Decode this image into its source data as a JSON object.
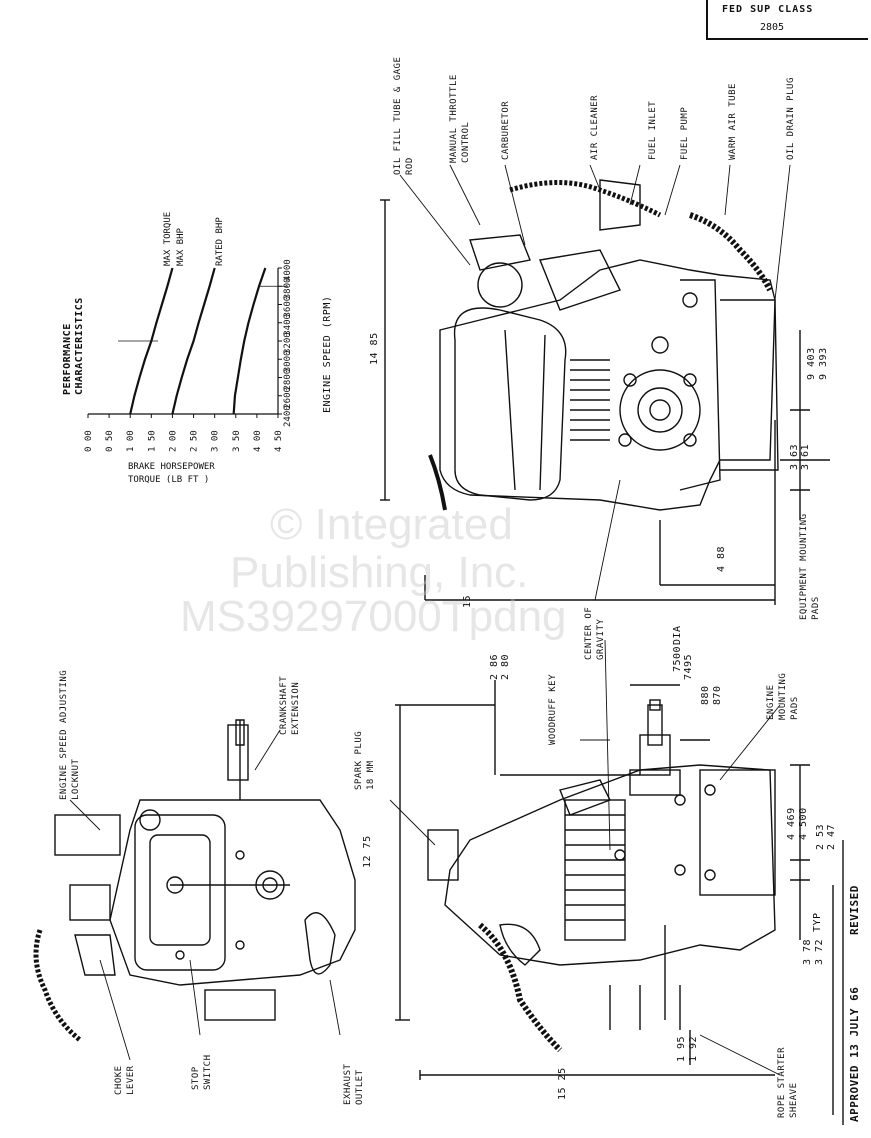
{
  "header": {
    "class_label": "FED SUP CLASS",
    "class_number": "2805"
  },
  "footer": {
    "approved": "APPROVED  13 JULY 66",
    "revised": "REVISED"
  },
  "watermark": {
    "line1": "© Integrated",
    "line2": "Publishing, Inc.",
    "line3": "MS39297000Tpdng"
  },
  "chart": {
    "title": "PERFORMANCE CHARACTERISTICS",
    "y_title_1": "BRAKE HORSEPOWER",
    "y_title_2": "TORQUE (LB  FT )",
    "x_title": "ENGINE SPEED (RPM)",
    "x_ticks": [
      "2400",
      "2600",
      "2800",
      "3000",
      "3200",
      "3400",
      "3600",
      "3800",
      "4000"
    ],
    "y_ticks": [
      "0 00",
      "0 50",
      "1 00",
      "1 50",
      "2 00",
      "2 50",
      "3 00",
      "3 50",
      "4 00",
      "4 50"
    ],
    "curve_labels": [
      "MAX  TORQUE",
      "MAX  BHP",
      "RATED BHP"
    ]
  },
  "chart_data": {
    "type": "line",
    "x": [
      2400,
      2600,
      2800,
      3000,
      3200,
      3400,
      3600,
      3800,
      4000
    ],
    "series": [
      {
        "name": "MAX  TORQUE",
        "values": [
          3.45,
          3.48,
          3.55,
          3.62,
          3.7,
          3.8,
          3.92,
          4.05,
          4.2
        ]
      },
      {
        "name": "MAX  BHP",
        "values": [
          2.0,
          2.1,
          2.22,
          2.35,
          2.5,
          2.62,
          2.75,
          2.88,
          3.0
        ]
      },
      {
        "name": "RATED BHP",
        "values": [
          1.0,
          1.1,
          1.22,
          1.35,
          1.5,
          1.62,
          1.75,
          1.88,
          2.0
        ]
      }
    ],
    "xlim": [
      2400,
      4000
    ],
    "ylim": [
      0,
      4.5
    ]
  },
  "callouts": {
    "oil_fill": "OIL FILL TUBE & GAGE ROD",
    "manual_throttle": "MANUAL THROTTLE CONTROL",
    "carburetor": "CARBURETOR",
    "air_cleaner": "AIR CLEANER",
    "fuel_inlet": "FUEL INLET",
    "fuel_pump": "FUEL PUMP",
    "warm_air_tube": "WARM AIR TUBE",
    "oil_drain_plug": "OIL DRAIN PLUG",
    "center_gravity": "CENTER OF GRAVITY",
    "equipment_mounting": "EQUIPMENT MOUNTING PADS",
    "engine_mounting": "ENGINE MOUNTING PADS",
    "woodruff_key": "WOODRUFF KEY",
    "spark_plug": "SPARK PLUG 18 MM",
    "crankshaft": "CRANKSHAFT EXTENSION",
    "speed_locknut": "ENGINE SPEED ADJUSTING LOCKNUT",
    "choke_lever": "CHOKE LEVER",
    "stop_switch": "STOP SWITCH",
    "exhaust_outlet": "EXHAUST OUTLET",
    "rope_starter": "ROPE STARTER SHEAVE"
  },
  "dimensions": {
    "d1485": "14 85",
    "d15": "15",
    "d488": "4 88",
    "d9403": "9 403",
    "d9393": "9 393",
    "d363": "3 63",
    "d361": "3 61",
    "d286": "2 86",
    "d280": "2 80",
    "d7500": "7500",
    "d7495": "7495",
    "dDIA": "DIA",
    "d880": "880",
    "d870": "870",
    "d1275": "12 75",
    "d4469": "4 469",
    "d4500": "4 500",
    "d253": "2 53",
    "d247": "2 47",
    "d378": "3 78",
    "d372": "3 72",
    "dTYP": "TYP",
    "d195": "1 95",
    "d192": "1 92",
    "d1525": "15 25"
  }
}
